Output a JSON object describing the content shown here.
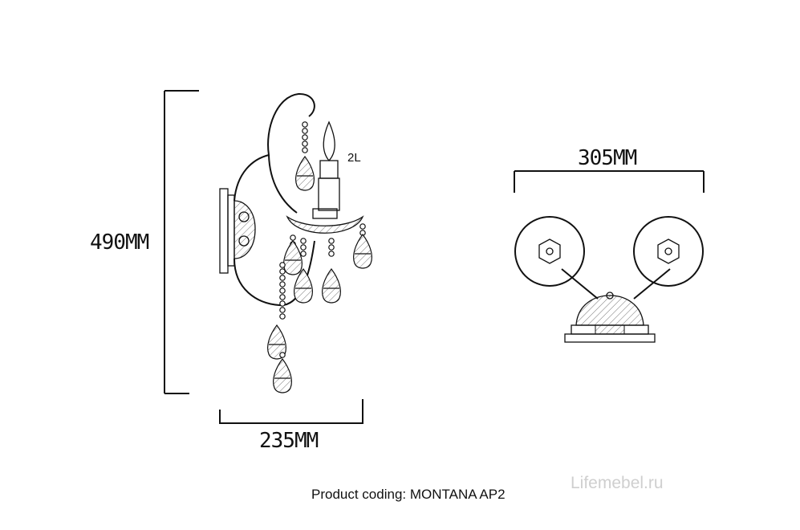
{
  "dimensions": {
    "height": "490MM",
    "width": "235MM",
    "span": "305MM"
  },
  "lamp_count_label": "2L",
  "caption": "Product coding: MONTANA AP2",
  "watermark": "Lifemebel.ru"
}
